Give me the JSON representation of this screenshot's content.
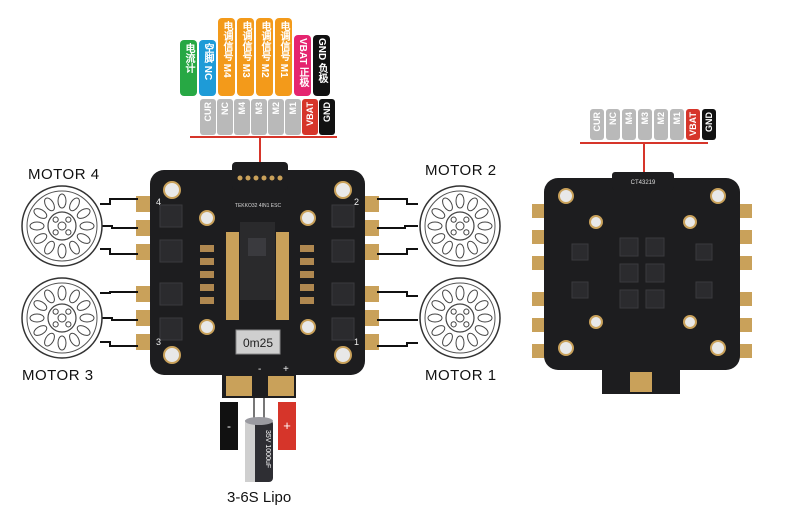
{
  "colors": {
    "orange": "#f39a1a",
    "green": "#27a844",
    "blue": "#1e9bd7",
    "magenta": "#e5246f",
    "black": "#111111",
    "gray": "#b9b9b9",
    "red_wire": "#d6352a",
    "pcb": "#1d1d1f",
    "pad": "#c9a15a"
  },
  "top_labels": [
    {
      "text": "电流计",
      "color": "green"
    },
    {
      "text": "空脚 NC",
      "color": "blue"
    },
    {
      "text": "电调信号 M4",
      "color": "orange"
    },
    {
      "text": "电调信号 M3",
      "color": "orange"
    },
    {
      "text": "电调信号 M2",
      "color": "orange"
    },
    {
      "text": "电调信号 M1",
      "color": "orange"
    },
    {
      "text": "VBAT 正极",
      "color": "magenta"
    },
    {
      "text": "GND 负极",
      "color": "black"
    }
  ],
  "left_pins": [
    "CUR",
    "NC",
    "M4",
    "M3",
    "M2",
    "M1",
    "VBAT",
    "GND"
  ],
  "right_pins": [
    "CUR",
    "NC",
    "M4",
    "M3",
    "M2",
    "M1",
    "VBAT",
    "GND"
  ],
  "motors": {
    "m4": "MOTOR 4",
    "m2": "MOTOR 2",
    "m3": "MOTOR 3",
    "m1": "MOTOR 1"
  },
  "board": {
    "corner_numbers": [
      "4",
      "2",
      "3",
      "1"
    ],
    "chip_text": "0m25",
    "tiny_text": "TEKKO32 4IN1 ESC",
    "minus": "-",
    "plus": "+"
  },
  "battery": {
    "label": "3-6S Lipo",
    "cap_text": "35V 1000uF",
    "neg": "-",
    "pos": "+"
  },
  "right_board": {
    "chip_text": "CT43219"
  }
}
